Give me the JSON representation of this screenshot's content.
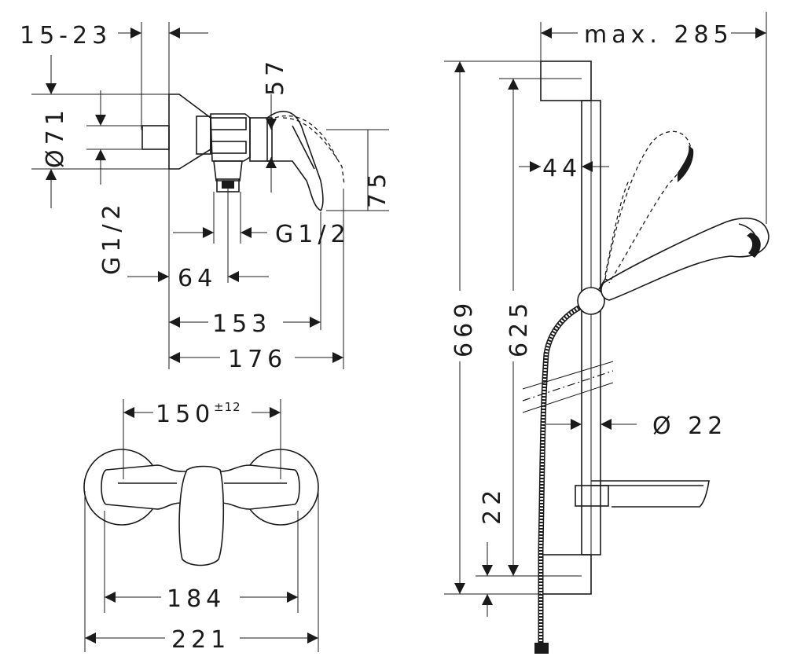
{
  "faucet_side_view": {
    "offset_range": "15-23",
    "flange_diameter": "Ø71",
    "handle_height": "57",
    "outlet_height": "75",
    "thread_inlet": "G1/2",
    "thread_outlet": "G1/2",
    "outlet_offset": "64",
    "spout_depth": "153",
    "total_depth": "176"
  },
  "faucet_top_view": {
    "center_distance": "150",
    "center_tolerance": "±12",
    "flange_span": "184",
    "total_width": "221"
  },
  "shower_rail": {
    "max_projection": "max. 285",
    "rail_offset": "44",
    "total_height": "669",
    "rail_length": "625",
    "rail_diameter": "Ø 22",
    "bottom_offset": "22"
  }
}
